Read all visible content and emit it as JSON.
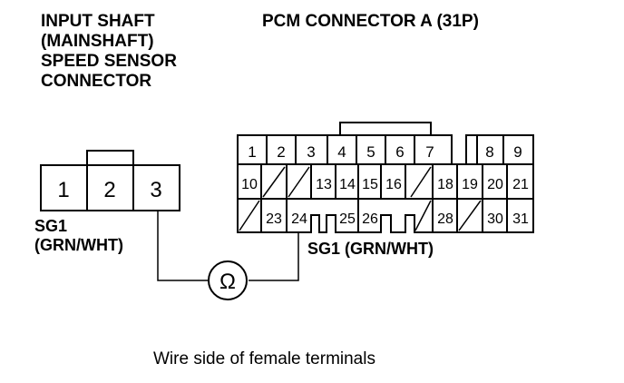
{
  "sensor_connector": {
    "title_lines": [
      "INPUT SHAFT",
      "(MAINSHAFT)",
      "SPEED SENSOR",
      "CONNECTOR"
    ],
    "pins": [
      "1",
      "2",
      "3"
    ],
    "signal_label": "SG1",
    "wire_color_label": "(GRN/WHT)"
  },
  "pcm_connector": {
    "title": "PCM CONNECTOR A (31P)",
    "row1_pins": [
      "1",
      "2",
      "3",
      "4",
      "5",
      "6",
      "7",
      "8",
      "9"
    ],
    "row2_pins": [
      "10",
      "13",
      "14",
      "15",
      "16",
      "18",
      "19",
      "20",
      "21"
    ],
    "row3_pins": [
      "23",
      "24",
      "25",
      "26",
      "28",
      "30",
      "31"
    ],
    "signal_label": "SG1 (GRN/WHT)"
  },
  "meter": {
    "symbol": "Ω",
    "icon": "ohmmeter-icon"
  },
  "caption": "Wire side of female terminals"
}
